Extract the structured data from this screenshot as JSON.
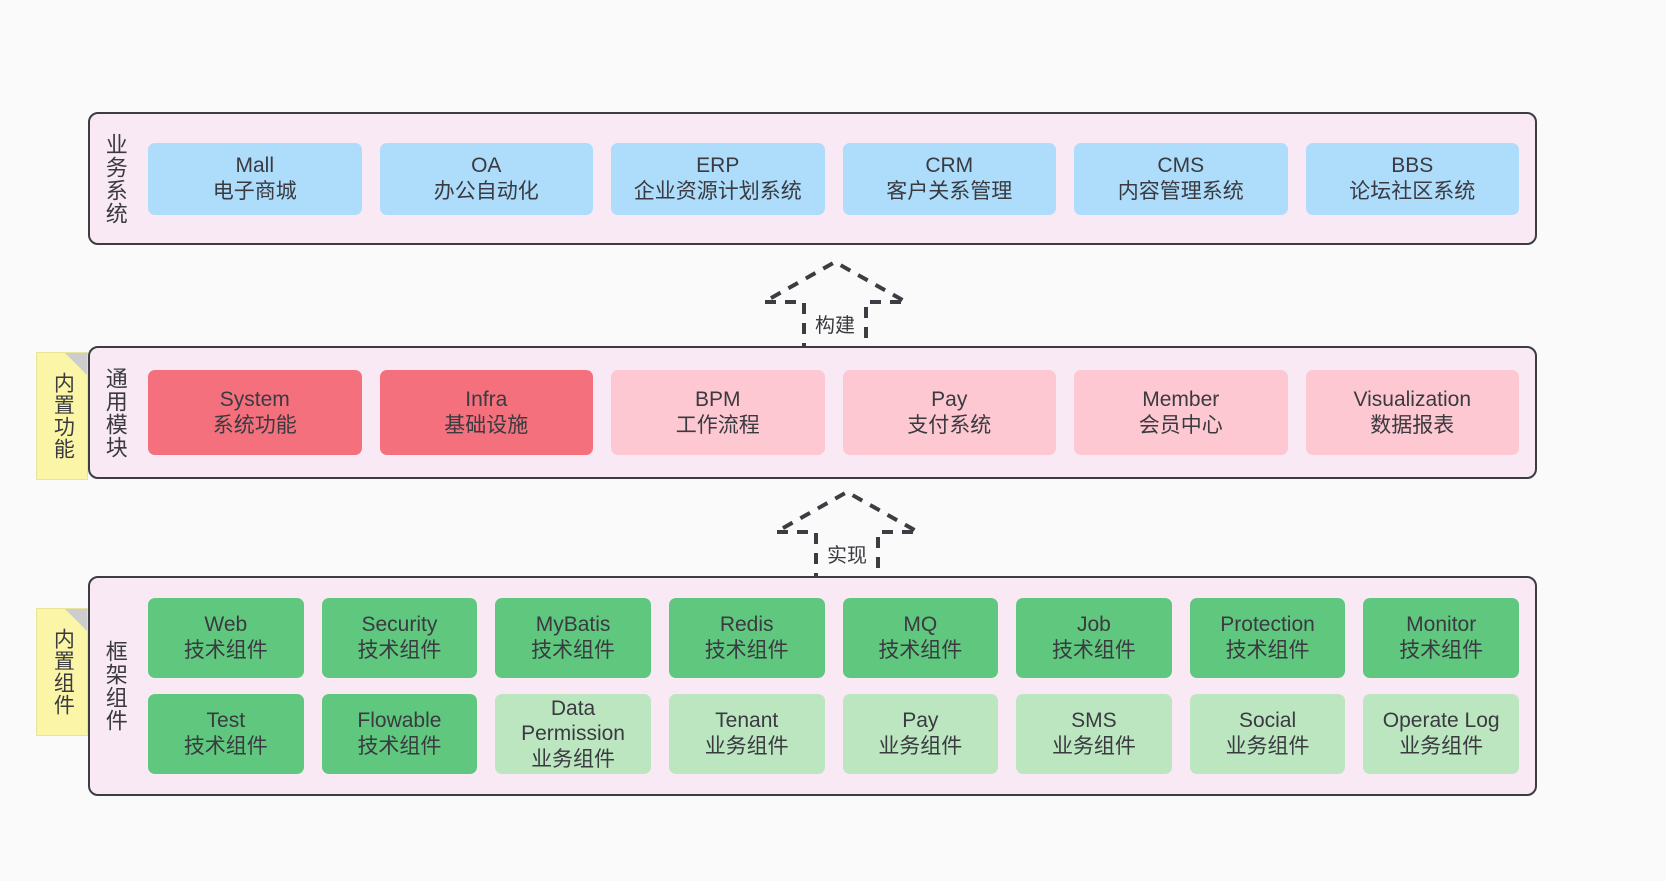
{
  "bands": [
    {
      "id": "business",
      "title": "业务系统",
      "rows": [
        {
          "cells": [
            {
              "name": "Mall",
              "sub": "电子商城",
              "color": "#aedcfb"
            },
            {
              "name": "OA",
              "sub": "办公自动化",
              "color": "#aedcfb"
            },
            {
              "name": "ERP",
              "sub": "企业资源计划系统",
              "color": "#aedcfb"
            },
            {
              "name": "CRM",
              "sub": "客户关系管理",
              "color": "#aedcfb"
            },
            {
              "name": "CMS",
              "sub": "内容管理系统",
              "color": "#aedcfb"
            },
            {
              "name": "BBS",
              "sub": "论坛社区系统",
              "color": "#aedcfb"
            }
          ]
        }
      ]
    },
    {
      "id": "modules",
      "title": "通用模块",
      "sticky": "内置功能",
      "rows": [
        {
          "cells": [
            {
              "name": "System",
              "sub": "系统功能",
              "color": "#f4707c"
            },
            {
              "name": "Infra",
              "sub": "基础设施",
              "color": "#f4707c"
            },
            {
              "name": "BPM",
              "sub": "工作流程",
              "color": "#fdc8d1"
            },
            {
              "name": "Pay",
              "sub": "支付系统",
              "color": "#fdc8d1"
            },
            {
              "name": "Member",
              "sub": "会员中心",
              "color": "#fdc8d1"
            },
            {
              "name": "Visualization",
              "sub": "数据报表",
              "color": "#fdc8d1"
            }
          ]
        }
      ]
    },
    {
      "id": "framework",
      "title": "框架组件",
      "sticky": "内置组件",
      "rows": [
        {
          "cells": [
            {
              "name": "Web",
              "sub": "技术组件",
              "color": "#5fc87e"
            },
            {
              "name": "Security",
              "sub": "技术组件",
              "color": "#5fc87e"
            },
            {
              "name": "MyBatis",
              "sub": "技术组件",
              "color": "#5fc87e"
            },
            {
              "name": "Redis",
              "sub": "技术组件",
              "color": "#5fc87e"
            },
            {
              "name": "MQ",
              "sub": "技术组件",
              "color": "#5fc87e"
            },
            {
              "name": "Job",
              "sub": "技术组件",
              "color": "#5fc87e"
            },
            {
              "name": "Protection",
              "sub": "技术组件",
              "color": "#5fc87e"
            },
            {
              "name": "Monitor",
              "sub": "技术组件",
              "color": "#5fc87e"
            }
          ]
        },
        {
          "cells": [
            {
              "name": "Test",
              "sub": "技术组件",
              "color": "#5fc87e"
            },
            {
              "name": "Flowable",
              "sub": "技术组件",
              "color": "#5fc87e"
            },
            {
              "name": "Data Permission",
              "sub": "业务组件",
              "color": "#bbe6c0"
            },
            {
              "name": "Tenant",
              "sub": "业务组件",
              "color": "#bbe6c0"
            },
            {
              "name": "Pay",
              "sub": "业务组件",
              "color": "#bbe6c0"
            },
            {
              "name": "SMS",
              "sub": "业务组件",
              "color": "#bbe6c0"
            },
            {
              "name": "Social",
              "sub": "业务组件",
              "color": "#bbe6c0"
            },
            {
              "name": "Operate Log",
              "sub": "业务组件",
              "color": "#bbe6c0"
            }
          ]
        }
      ]
    }
  ],
  "arrows": [
    {
      "id": "build",
      "label": "构建"
    },
    {
      "id": "impl",
      "label": "实现"
    }
  ],
  "colors": {
    "band_bg": "#f8e9f4",
    "band_border": "#3c3c42",
    "sticky_bg": "#fbf6a7",
    "blue": "#aedcfb",
    "red": "#f4707c",
    "pink": "#fdc8d1",
    "green": "#5fc87e",
    "light_green": "#bbe6c0",
    "text": "#3a3a40",
    "page_bg": "#fafafa"
  }
}
